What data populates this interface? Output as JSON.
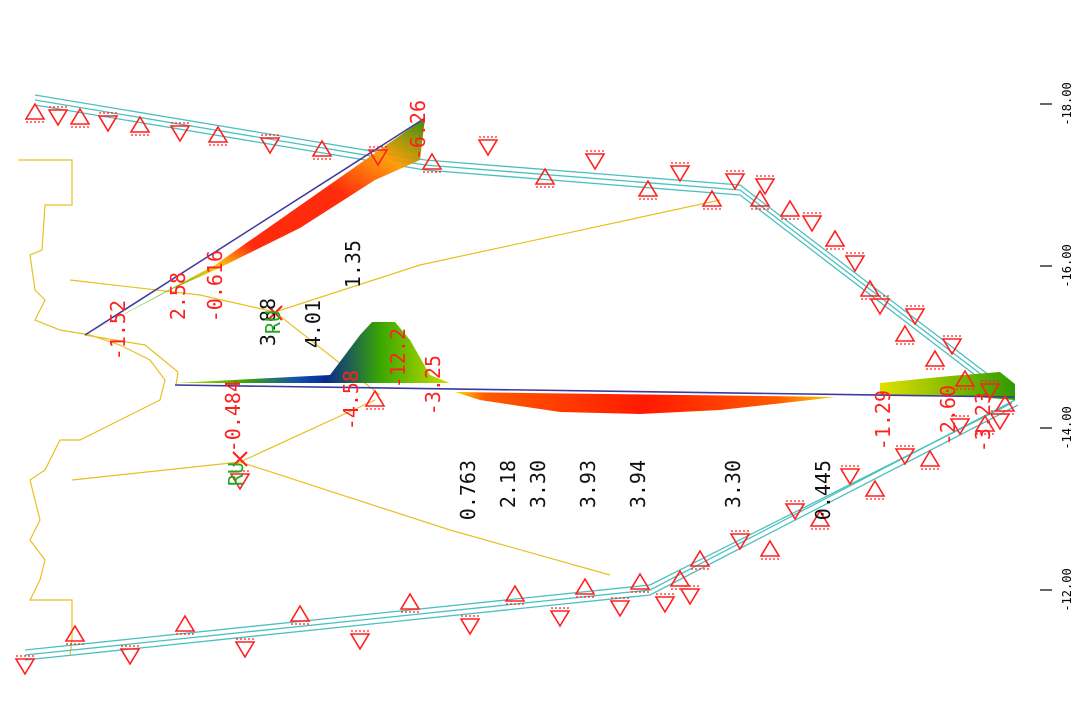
{
  "axis": {
    "ticks": [
      "-18.00",
      "-16.00",
      "-14.00",
      "-12.00"
    ]
  },
  "labels": {
    "red": [
      "-6.26",
      "-1.52",
      "2.58",
      "-0.616",
      "-0.484",
      "-4.58",
      "-12.2",
      "-3.25",
      "-1.29",
      "-2.60",
      "-3.23"
    ],
    "black": [
      "3.88",
      "4.01",
      "1.35",
      "0.763",
      "2.18",
      "3.30",
      "3.93",
      "3.94",
      "3.30",
      "0.445"
    ],
    "green": [
      "RU",
      "RU"
    ]
  },
  "colors": {
    "structure": "#4cc0c0",
    "support": "#ff2020",
    "trace": "#e8c020",
    "diagram_positive": "#ff2a00",
    "diagram_negative": "#1838b0",
    "diagram_mid": "#7ab800",
    "label_red": "#ff2020",
    "label_black": "#111111",
    "label_green": "#22aa22"
  },
  "icons": {
    "support": "triangle-support-icon",
    "node_marker": "cross-marker-icon"
  }
}
